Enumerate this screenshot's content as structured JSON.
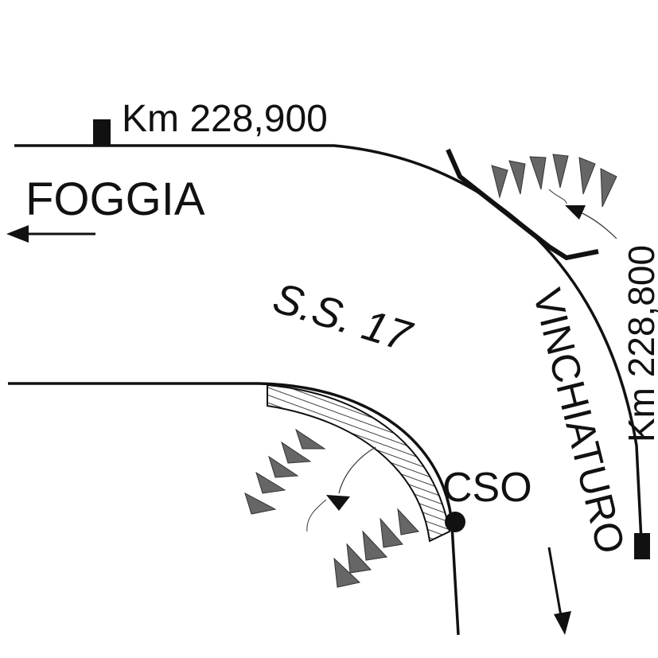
{
  "labels": {
    "km_top": "Km 228,900",
    "destination_left": "FOGGIA",
    "road_name": "S.S. 17",
    "km_right": "Km 228,800",
    "destination_right": "VINCHIATURO",
    "point_label": "CSO"
  },
  "colors": {
    "line": "#111111",
    "marker_fill": "#666666",
    "background": "#ffffff"
  }
}
